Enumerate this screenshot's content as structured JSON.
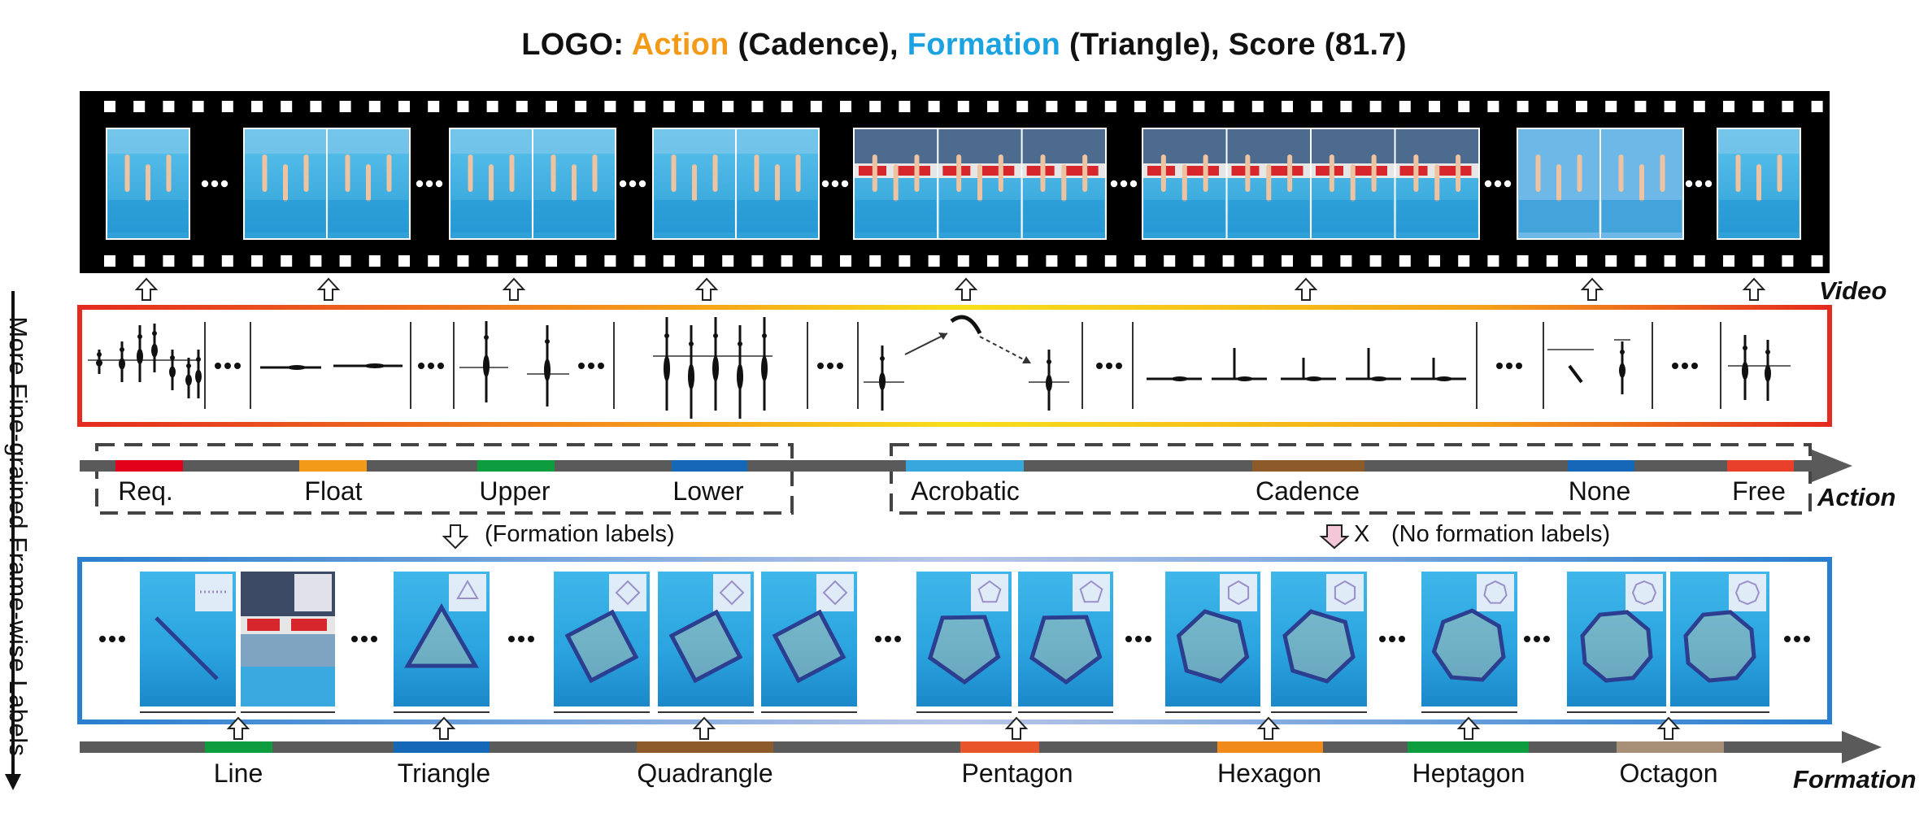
{
  "title": {
    "prefix": "LOGO: ",
    "action_word": "Action",
    "action_value": " (Cadence), ",
    "formation_word": "Formation",
    "formation_value": " (Triangle), Score (81.7)"
  },
  "colors": {
    "action": "#f39b19",
    "formation": "#1aa3e0",
    "film": "#000000",
    "video_box_border": "gradient red-yellow-orange",
    "formation_box_border": "#2f79c7",
    "timeline": "#5a5a5a"
  },
  "side_labels": {
    "video": "Video",
    "action": "Action",
    "formation": "Formation"
  },
  "vertical_label": "More Fine-grained Frame-wise Labels",
  "action_segments": [
    {
      "label": "Req.",
      "color": "#e3001b"
    },
    {
      "label": "Float",
      "color": "#f39b19"
    },
    {
      "label": "Upper",
      "color": "#0d9c3e"
    },
    {
      "label": "Lower",
      "color": "#1568b7"
    },
    {
      "label": "Acrobatic",
      "color": "#38a7dd"
    },
    {
      "label": "Cadence",
      "color": "#8d5a2a"
    },
    {
      "label": "None",
      "color": "#1568b7"
    },
    {
      "label": "Free",
      "color": "#e8402a"
    }
  ],
  "transfer": {
    "with_formation": "(Formation labels)",
    "without_formation": "(No formation labels)",
    "cross_mark": "X"
  },
  "formation_segments": [
    {
      "label": "Line",
      "color": "#0d9c3e"
    },
    {
      "label": "Triangle",
      "color": "#1568b7"
    },
    {
      "label": "Quadrangle",
      "color": "#8d5a2a"
    },
    {
      "label": "Pentagon",
      "color": "#e8552a"
    },
    {
      "label": "Hexagon",
      "color": "#f08a1a"
    },
    {
      "label": "Heptagon",
      "color": "#0d9c3e"
    },
    {
      "label": "Octagon",
      "color": "#a88f78"
    }
  ],
  "ellipsis": "•••"
}
